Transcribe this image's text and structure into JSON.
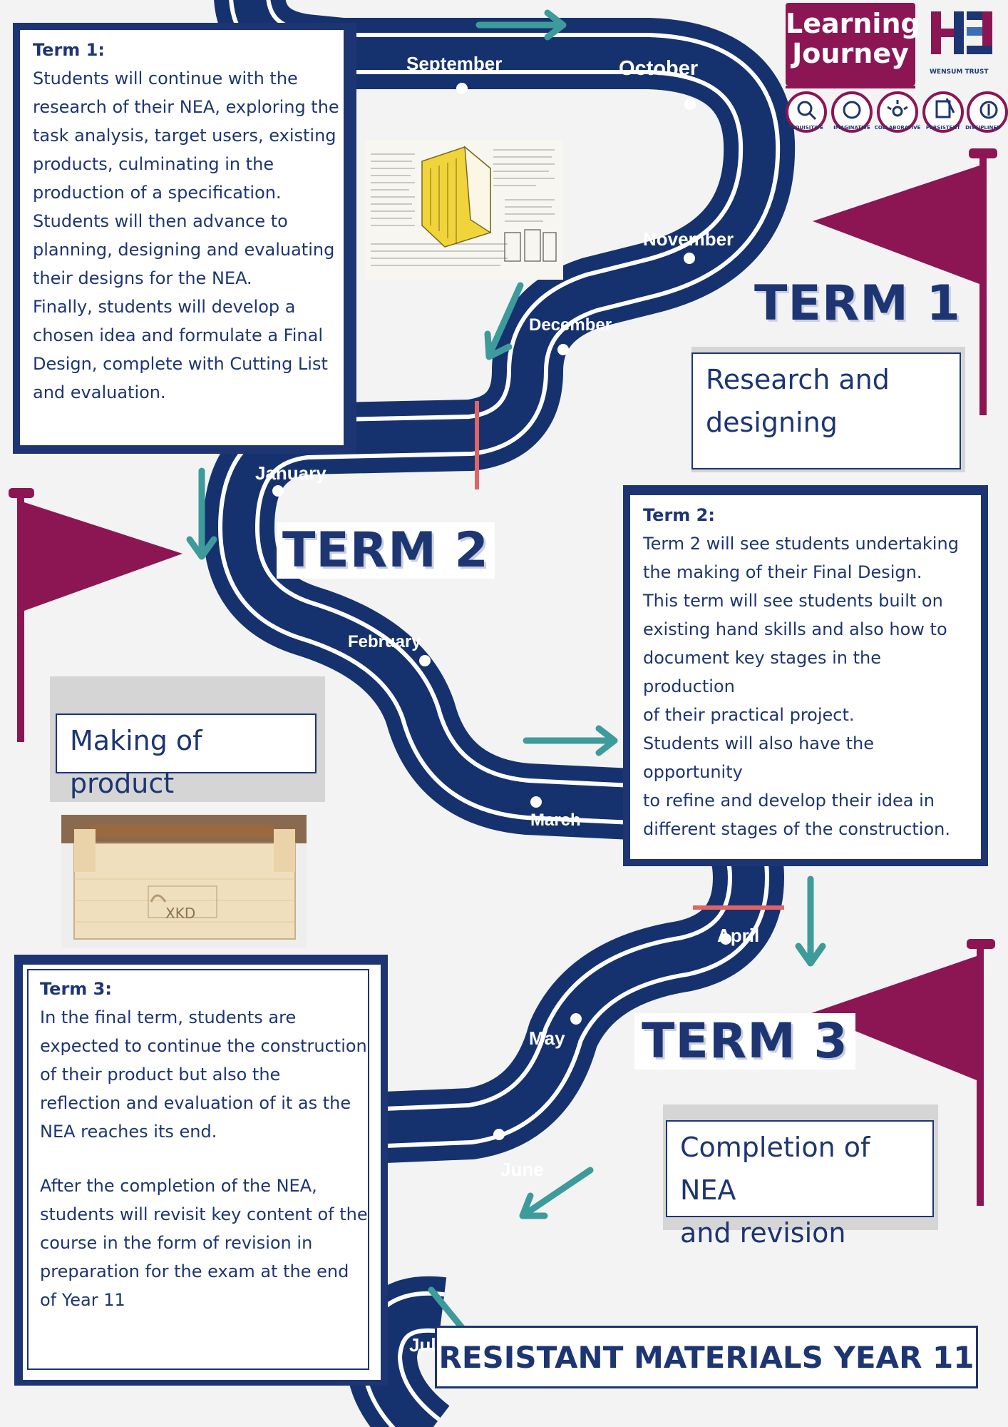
{
  "title": "RESISTANT MATERIALS YEAR 11",
  "logo": {
    "learning_journey_line1": "Learning",
    "learning_journey_line2": "Journey",
    "trust_name": "WENSUM TRUST",
    "badges": [
      "INQUISITIVE",
      "IMAGINATIVE",
      "COLLABORATIVE",
      "PERSISTENT",
      "DISCIPLINED"
    ]
  },
  "months": [
    "September",
    "October",
    "November",
    "December",
    "January",
    "February",
    "March",
    "April",
    "May",
    "June",
    "Jul"
  ],
  "terms": [
    {
      "banner": "TERM 1",
      "tag_line1": "Research and",
      "tag_line2": "designing",
      "heading": "Term 1:",
      "text_lines": [
        "Students will continue with the",
        "research of their NEA, exploring the",
        "task analysis, target users, existing",
        "products, culminating in the",
        "production of a specification.",
        "Students will then advance to",
        "planning, designing and evaluating",
        "their designs for the NEA.",
        "Finally, students will develop a",
        "chosen idea and formulate a Final",
        "Design, complete with Cutting List",
        "and evaluation."
      ]
    },
    {
      "banner": "TERM 2",
      "tag_line1": "Making of product",
      "heading": "Term 2:",
      "text_lines": [
        "Term 2 will see students undertaking",
        "the making of their Final Design.",
        "This term will see students built on",
        "existing hand skills and also how to",
        "document key stages in the production",
        "of their practical project.",
        "Students will also have the opportunity",
        "to refine and develop their idea in",
        "different stages of the construction."
      ]
    },
    {
      "banner": "TERM 3",
      "tag_line1": "Completion of NEA",
      "tag_line2": "and revision",
      "heading": "Term 3:",
      "text_lines_a": [
        "In the final term, students are",
        "expected to continue the construction",
        "of their product but also the",
        "reflection and evaluation of it as the",
        "NEA reaches its end."
      ],
      "text_lines_b": [
        "After the completion of the NEA,",
        "students will revisit key content of the",
        "course in the form of revision in",
        "preparation for the exam at the end",
        "of Year 11"
      ]
    }
  ],
  "photo_caption": "XKD",
  "colors": {
    "navy": "#1d3572",
    "road": "#16326e",
    "teal": "#3e9b9b",
    "magenta": "#8c1654",
    "red_line": "#e06464",
    "background": "#f3f3f4"
  }
}
